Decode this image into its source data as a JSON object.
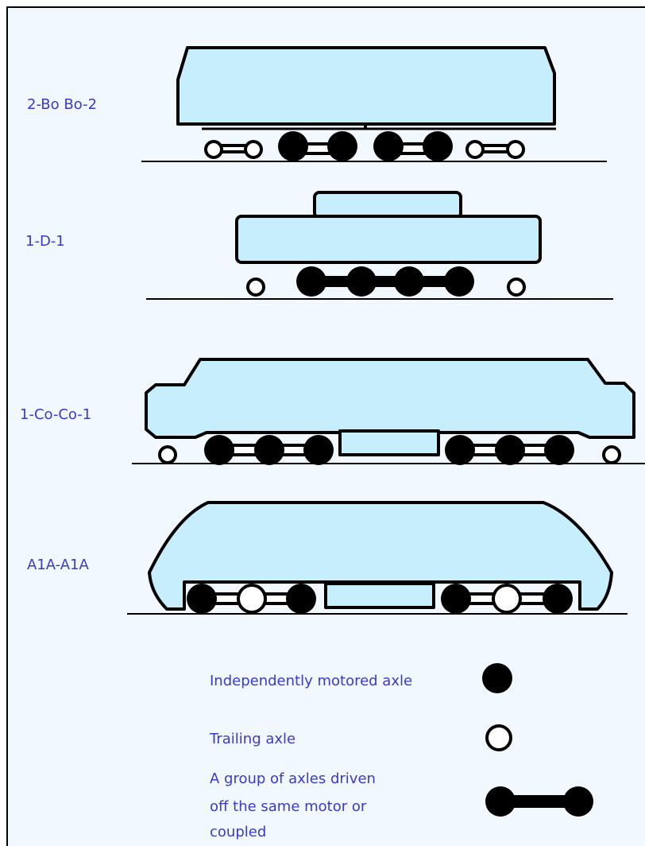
{
  "locomotives": [
    {
      "label": "2-Bo Bo-2"
    },
    {
      "label": "1-D-1"
    },
    {
      "label": "1-Co-Co-1"
    },
    {
      "label": "A1A-A1A"
    }
  ],
  "legend": {
    "motored": "Independently motored axle",
    "trailing": "Trailing axle",
    "group_line1": "A group of axles driven",
    "group_line2": "off the same motor or",
    "group_line3": "coupled"
  },
  "colors": {
    "body_fill": "#c6eefc",
    "background": "#f2f8ff",
    "label_text": "#3a3ac8"
  }
}
